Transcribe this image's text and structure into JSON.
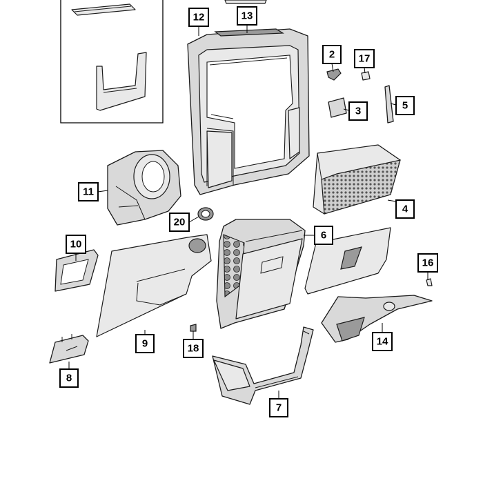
{
  "callouts": [
    {
      "id": "c12",
      "label": "12"
    },
    {
      "id": "c13",
      "label": "13"
    },
    {
      "id": "c2",
      "label": "2"
    },
    {
      "id": "c17",
      "label": "17"
    },
    {
      "id": "c3",
      "label": "3"
    },
    {
      "id": "c5",
      "label": "5"
    },
    {
      "id": "c11",
      "label": "11"
    },
    {
      "id": "c4",
      "label": "4"
    },
    {
      "id": "c20",
      "label": "20"
    },
    {
      "id": "c6",
      "label": "6"
    },
    {
      "id": "c10",
      "label": "10"
    },
    {
      "id": "c16",
      "label": "16"
    },
    {
      "id": "c9",
      "label": "9"
    },
    {
      "id": "c18",
      "label": "18"
    },
    {
      "id": "c14",
      "label": "14"
    },
    {
      "id": "c8",
      "label": "8"
    },
    {
      "id": "c7",
      "label": "7"
    }
  ]
}
